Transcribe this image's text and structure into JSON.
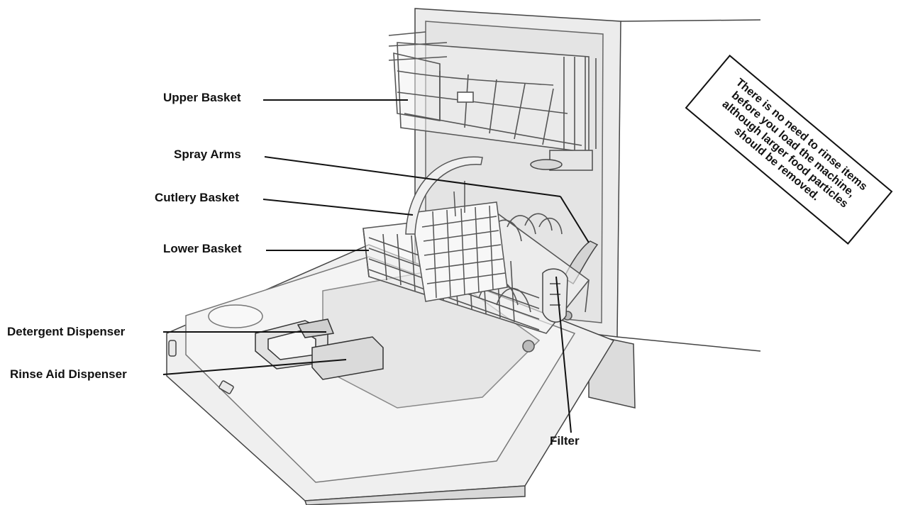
{
  "callouts": {
    "upper_basket": "Upper Basket",
    "spray_arms": "Spray Arms",
    "cutlery_basket": "Cutlery Basket",
    "lower_basket": "Lower Basket",
    "detergent_dispenser": "Detergent Dispenser",
    "rinse_aid_dispenser": "Rinse Aid Dispenser",
    "filter": "Filter"
  },
  "note": {
    "lines": [
      "There is no need to rinse items",
      "before you load the machine,",
      "although larger food particles",
      "should be removed."
    ]
  },
  "colors": {
    "ink": "#111111",
    "tub_fill": "#e9e9e9",
    "rack_stroke": "#555555",
    "background": "#ffffff"
  }
}
